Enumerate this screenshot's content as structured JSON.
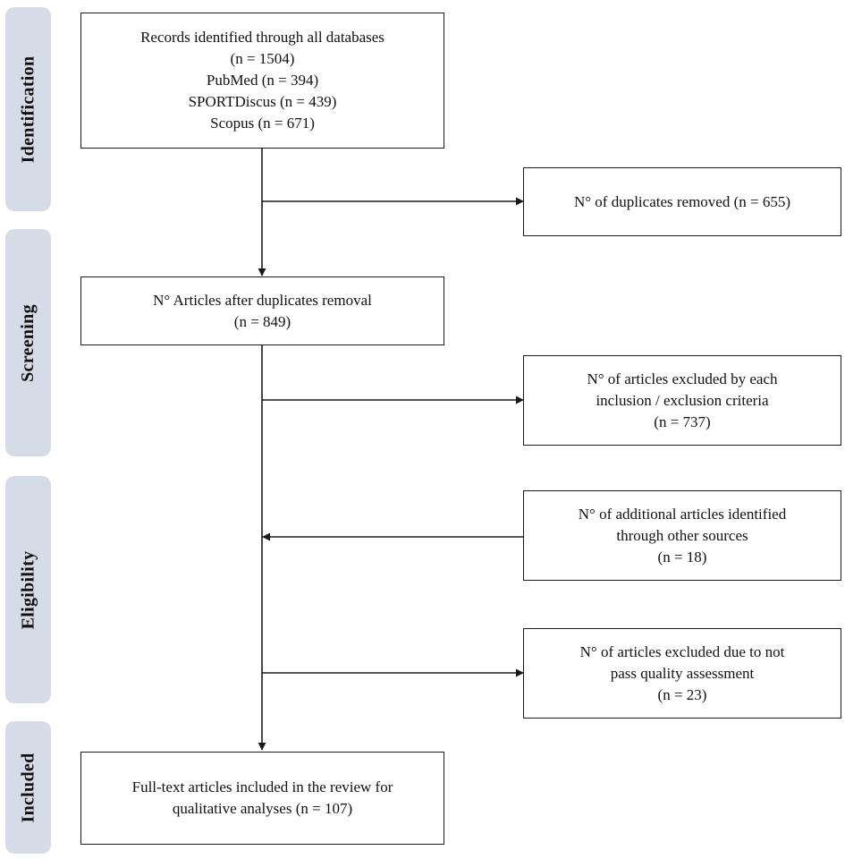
{
  "stages": [
    {
      "id": "identification",
      "label": "Identification"
    },
    {
      "id": "screening",
      "label": "Screening"
    },
    {
      "id": "eligibility",
      "label": "Eligibility"
    },
    {
      "id": "included",
      "label": "Included"
    }
  ],
  "boxes": {
    "records_identified": {
      "lines": [
        "Records identified through all databases",
        "(n = 1504)",
        "PubMed (n = 394)",
        "SPORTDiscus (n = 439)",
        "Scopus (n = 671)"
      ]
    },
    "duplicates_removed": {
      "lines": [
        "N° of duplicates removed (n = 655)"
      ]
    },
    "after_duplicates": {
      "lines": [
        "N° Articles after duplicates removal",
        "(n = 849)"
      ]
    },
    "excluded_criteria": {
      "lines": [
        "N° of articles excluded by each",
        "inclusion / exclusion criteria",
        "(n = 737)"
      ]
    },
    "additional_sources": {
      "lines": [
        "N° of additional articles identified",
        "through other sources",
        "(n = 18)"
      ]
    },
    "excluded_quality": {
      "lines": [
        "N° of articles excluded due to not",
        "pass quality assessment",
        "(n = 23)"
      ]
    },
    "included_review": {
      "lines": [
        "Full-text articles included in the review for",
        "qualitative analyses (n = 107)"
      ]
    }
  },
  "colors": {
    "stage_fill": "#d5dce8",
    "line": "#1a1a1a"
  }
}
